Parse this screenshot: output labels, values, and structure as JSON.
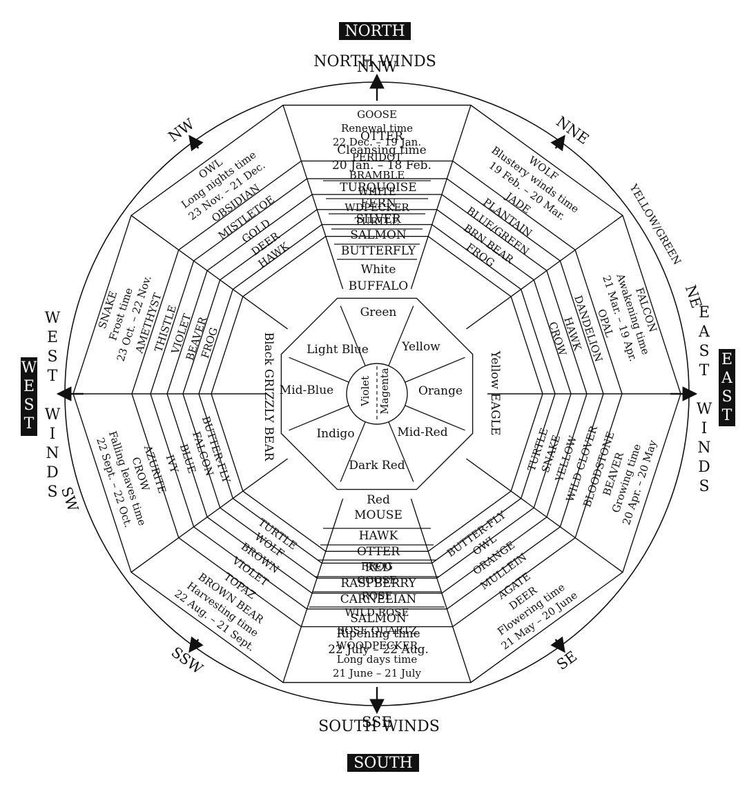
{
  "compass": {
    "north": "NORTH",
    "south": "SOUTH",
    "east": "EAST",
    "west": "WEST",
    "north_winds": "NORTH WINDS",
    "south_winds": "SOUTH WINDS",
    "east_winds": "EAST WINDS",
    "west_winds": "WEST WINDS",
    "yellow_green": "YELLOW/GREEN"
  },
  "sectors": [
    {
      "dir": "NNE",
      "head": [
        "WOLF",
        "Blustery winds time",
        "19 Feb. – 20 Mar."
      ],
      "rings": [
        "JADE",
        "PLANTAIN",
        "BLUE/GREEN",
        "BRN BEAR",
        "FROG"
      ]
    },
    {
      "dir": "NE",
      "head": [
        "FALCON",
        "Awakening time",
        "21 Mar. – 19 Apr."
      ],
      "rings": [
        "OPAL",
        "DANDELION",
        "HAWK",
        "CROW"
      ]
    },
    {
      "dir": "",
      "head": [
        "BEAVER",
        "Growing time",
        "20 Apr. – 20 May"
      ],
      "rings": [
        "BLOODSTONE",
        "WILD CLOVER",
        "YELLOW",
        "SNAKE",
        "TURTLE"
      ]
    },
    {
      "dir": "SE",
      "head": [
        "DEER",
        "Flowering time",
        "21 May – 20 June"
      ],
      "rings": [
        "AGATE",
        "MULLEIN",
        "ORANGE",
        "OWL",
        "BUTTER-FLY"
      ]
    },
    {
      "dir": "SSE",
      "head": [
        "WOODPECKER",
        "Long days time",
        "21 June – 21 July"
      ],
      "rings": [
        "ROSE QUARTZ",
        "WILD ROSE",
        "ROSE",
        "GOOSE",
        "FROG"
      ]
    },
    {
      "dir": "SSW",
      "head": [
        "BROWN BEAR",
        "Harvesting time",
        "22 Aug. – 21 Sept."
      ],
      "rings": [
        "TOPAZ",
        "VIOLET",
        "BROWN",
        "WOLF",
        "TURTLE"
      ]
    },
    {
      "dir": "SW",
      "head": [
        "CROW",
        "Falling leaves time",
        "22 Sept. – 22 Oct."
      ],
      "rings": [
        "AZURITE",
        "IVY",
        "BLUE",
        "FALCON",
        "BUTTER-FLY"
      ]
    },
    {
      "dir": "",
      "head": [
        "SNAKE",
        "Frost time",
        "23 Oct. – 22 Nov."
      ],
      "rings": [
        "AMETHYST",
        "THISTLE",
        "VIOLET",
        "BEAVER",
        "FROG"
      ]
    },
    {
      "dir": "NW",
      "head": [
        "OWL",
        "Long nights time",
        "23 Nov. – 21 Dec."
      ],
      "rings": [
        "OBSIDIAN",
        "MISTLETOE",
        "GOLD",
        "DEER",
        "HAWK"
      ]
    },
    {
      "dir": "NNW",
      "head": [
        "GOOSE",
        "Renewal time",
        "22 Dec. – 19 Jan."
      ],
      "rings": [
        "PERIDOT",
        "BRAMBLE",
        "WHITE",
        "WDPECKER",
        "TURTLE"
      ]
    }
  ],
  "north_column": {
    "head": [
      "OTTER",
      "Cleansing time",
      "20 Jan. – 18 Feb."
    ],
    "rings": [
      "TURQUOISE",
      "FERN",
      "SILVER",
      "SALMON",
      "BUTTERFLY"
    ]
  },
  "south_column": {
    "head": [
      "SALMON",
      "Ripening time",
      "22 July – 22 Aug."
    ],
    "rings": [
      "CARNELIAN",
      "RASPBERRY",
      "RED",
      "OTTER",
      "HAWK"
    ]
  },
  "guardians": {
    "north_a": "White",
    "north_b": "BUFFALO",
    "south_a": "Red",
    "south_b": "MOUSE",
    "east": "Yellow EAGLE",
    "west": "Black GRIZZLY BEAR"
  },
  "colors_ring": [
    "Green",
    "Yellow",
    "Orange",
    "Mid-Red",
    "Dark Red",
    "Indigo",
    "Mid-Blue",
    "Light Blue"
  ],
  "center": {
    "left": "Violet",
    "right": "Magenta"
  }
}
